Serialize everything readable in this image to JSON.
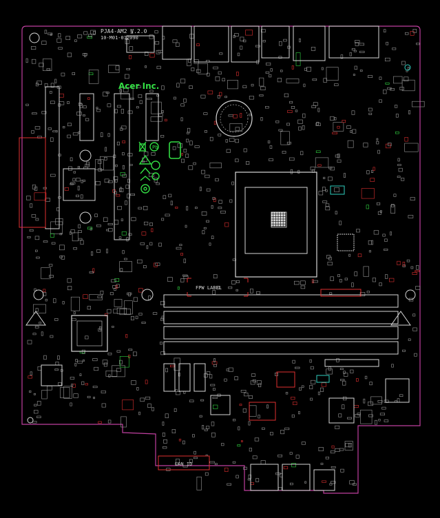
{
  "board": {
    "model": "PJA4-AM2 V.2.0",
    "part_number": "10-M01-012090",
    "brand": "Acer Inc.",
    "fpm_label": "FPW LABEL",
    "lan_id": "LAN ID"
  },
  "colors": {
    "background": "#000000",
    "outline": "#c040a0",
    "silkscreen": "#d8d8d8",
    "component_red": "#e03030",
    "component_green": "#33dd44",
    "component_cyan": "#30d0c0"
  },
  "icons": [
    "recycle-icon",
    "weee-bin-icon",
    "lead-free-icon",
    "ul-mark-icon",
    "ce-mark-icon",
    "fcc-icon"
  ]
}
